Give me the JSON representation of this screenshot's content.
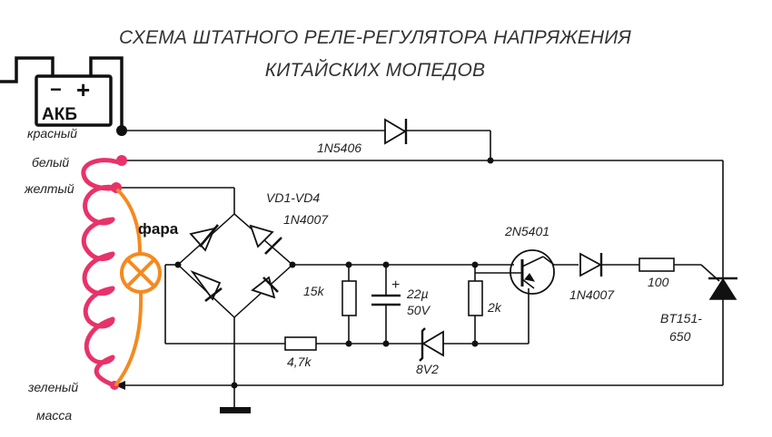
{
  "title": {
    "line1": "СХЕМА ШТАТНОГО РЕЛЕ-РЕГУЛЯТОРА НАПРЯЖЕНИЯ",
    "line2": "КИТАЙСКИХ МОПЕДОВ"
  },
  "battery": {
    "label": "АКБ",
    "minus": "−",
    "plus": "+"
  },
  "wires": {
    "red": "красный",
    "white": "белый",
    "yellow": "желтый",
    "green": "зеленый",
    "ground": "масса"
  },
  "lamp": {
    "label": "фара"
  },
  "components": {
    "diode_top": "1N5406",
    "bridge": "VD1-VD4",
    "bridge_type": "1N4007",
    "r_15k": "15k",
    "cap_value": "22µ",
    "cap_voltage": "50V",
    "cap_plus": "+",
    "r_2k": "2k",
    "transistor": "2N5401",
    "diode_gate": "1N4007",
    "r_100": "100",
    "r_4k7": "4,7k",
    "zener": "8V2",
    "thyristor_line1": "BT151-",
    "thyristor_line2": "650"
  },
  "colors": {
    "wire": "#111111",
    "stator_coil": "#e8326a",
    "lamp": "#f58a1f"
  }
}
